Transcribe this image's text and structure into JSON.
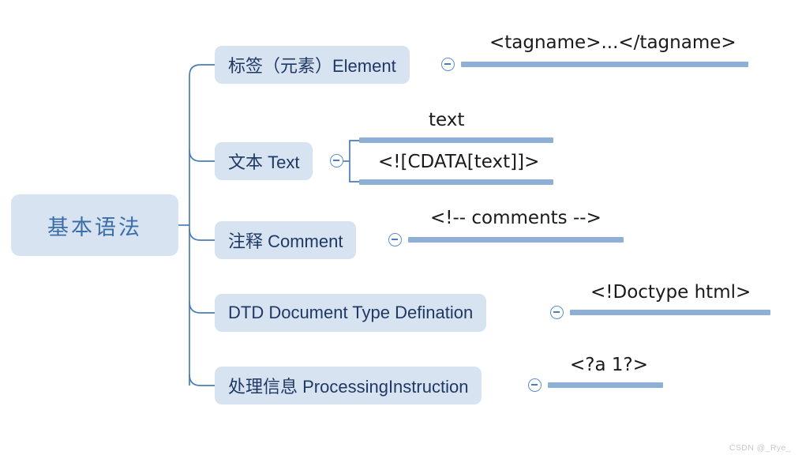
{
  "diagram": {
    "type": "mindmap",
    "background_color": "#ffffff",
    "node_fill_color": "#d7e3f1",
    "node_text_color": "#1f3864",
    "root_text_color": "#3b6ea8",
    "connector_color": "#4a7db5",
    "bar_color": "#8fb0d6",
    "root": {
      "label": "基本语法"
    },
    "branches": [
      {
        "label": "标签（元素）Element",
        "toggle_icon": "collapse-minus-circle-icon",
        "leaves": [
          {
            "caption": "<tagname>...</tagname>"
          }
        ]
      },
      {
        "label": "文本 Text",
        "toggle_icon": "collapse-minus-circle-icon",
        "leaves": [
          {
            "caption": "text"
          },
          {
            "caption": "<![CDATA[text]]>"
          }
        ]
      },
      {
        "label": "注释 Comment",
        "toggle_icon": "collapse-minus-circle-icon",
        "leaves": [
          {
            "caption": "<!-- comments -->"
          }
        ]
      },
      {
        "label": "DTD Document Type Defination",
        "toggle_icon": "collapse-minus-circle-icon",
        "leaves": [
          {
            "caption": "<!Doctype html>"
          }
        ]
      },
      {
        "label": "处理信息 ProcessingInstruction",
        "toggle_icon": "collapse-minus-circle-icon",
        "leaves": [
          {
            "caption": "<?a 1?>"
          }
        ]
      }
    ]
  },
  "watermark": {
    "text": "CSDN @_Rye_"
  }
}
